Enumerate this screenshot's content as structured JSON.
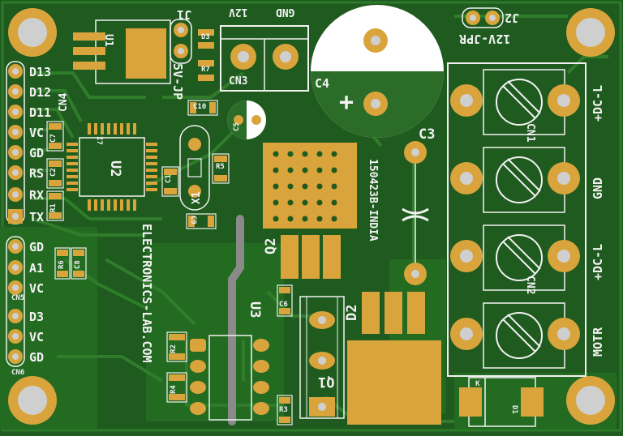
{
  "board": {
    "colors": {
      "pcb": "#1f5a1f",
      "trace": "#2e7a2a",
      "pad": "#d9a43c",
      "silk": "#f2f2f2",
      "hole": "#cfcfcf"
    }
  },
  "labels": {
    "j1": "J1",
    "j2": "J2",
    "u1": "U1",
    "u2": "U2",
    "u3": "U3",
    "cn3": "CN3",
    "cn4": "CN4",
    "cn5": "CN5",
    "cn6": "CN6",
    "cn1": "CN1",
    "cn2": "CN2",
    "c1": "C1",
    "c2": "C2",
    "c3": "C3",
    "c4": "C4",
    "c5": "C5",
    "c6": "C6",
    "c7": "C7",
    "c8": "C8",
    "c9": "C9",
    "c10": "C10",
    "r1": "R1",
    "r2": "R2",
    "r3": "R3",
    "r4": "R4",
    "r5": "R5",
    "r6": "R6",
    "r7": "R7",
    "d1": "D1",
    "d2": "D2",
    "d3": "D3",
    "q1": "Q1",
    "q2": "Q2",
    "x1": "X1",
    "i7": "I7",
    "v12": "12V",
    "gnd_top": "GND",
    "jp5v": "5V-JP",
    "jp12v": "12V-JPR",
    "date_code": "150423B-INDIA",
    "brand": "ELECTRONICS-LAB.COM",
    "plus": "+",
    "k": "K",
    "pins_left": [
      "D13",
      "D12",
      "D11",
      "VC",
      "GD",
      "RS",
      "RX",
      "TX"
    ],
    "pins_left_lower": [
      "GD",
      "A1",
      "VC",
      "D3",
      "VC",
      "GD"
    ],
    "right_terminals": [
      "+DC-L",
      "GND",
      "+DC-L",
      "MOTR"
    ]
  }
}
